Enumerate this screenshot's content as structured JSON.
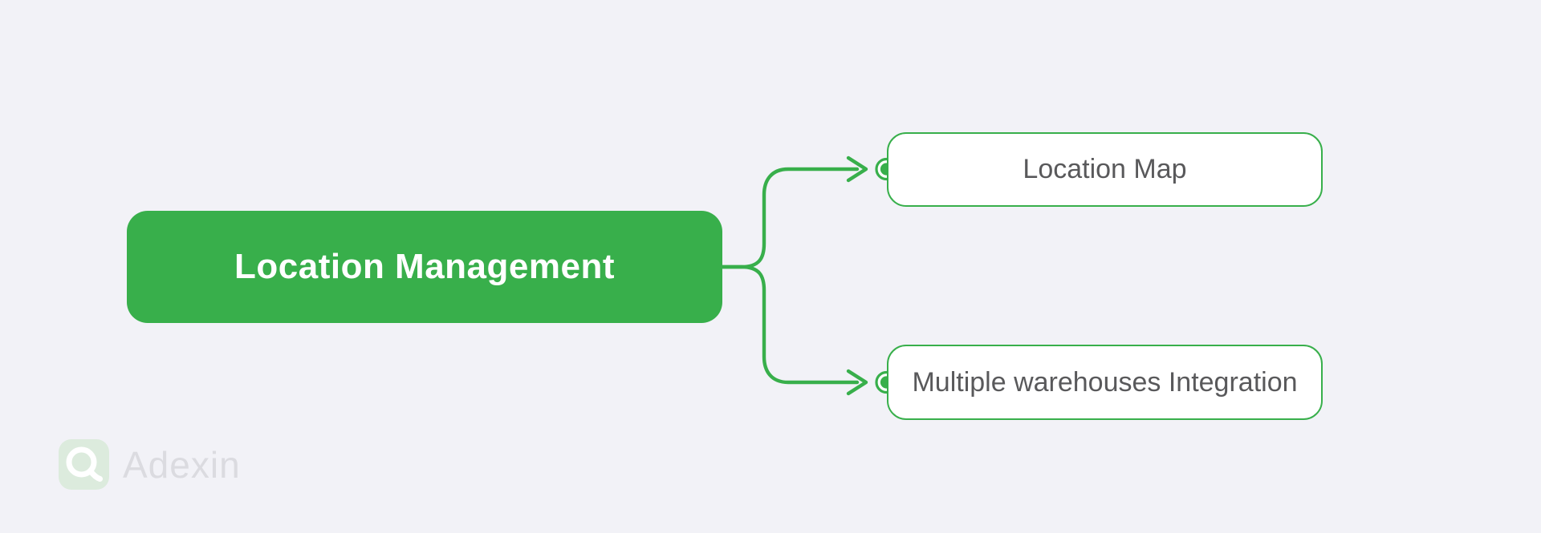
{
  "diagram": {
    "type": "mindmap",
    "root": {
      "label": "Location Management"
    },
    "children": [
      {
        "label": "Location Map"
      },
      {
        "label": "Multiple warehouses Integration"
      }
    ]
  },
  "watermark": {
    "brand": "Adexin"
  },
  "colors": {
    "green": "#38AF4B",
    "bg": "#F2F2F7",
    "node_text": "#59595B",
    "root_text": "#FFFFFF",
    "watermark_text": "#DBDBE0",
    "watermark_tile": "#DCEBDD"
  }
}
